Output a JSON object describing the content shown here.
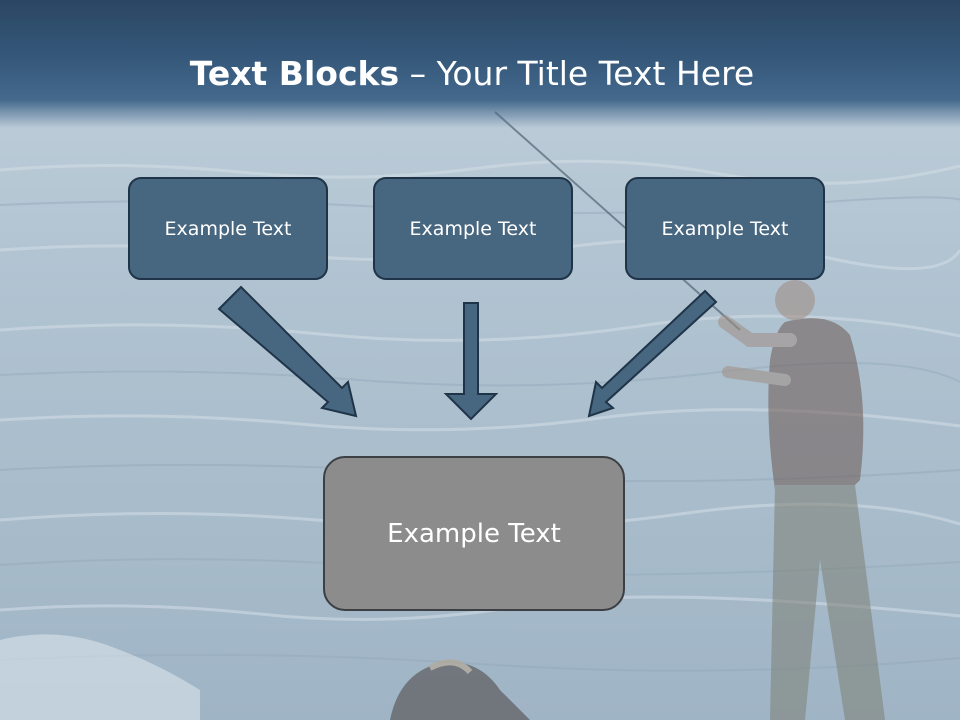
{
  "title": {
    "bold": "Text Blocks",
    "separator": " – ",
    "rest": "Your Title Text Here"
  },
  "blocks": [
    {
      "label": "Example Text"
    },
    {
      "label": "Example Text"
    },
    {
      "label": "Example Text"
    }
  ],
  "target_block": {
    "label": "Example Text"
  },
  "colors": {
    "header": "#35587a",
    "block_fill": "#47667f",
    "block_border": "#1f3448",
    "target_fill": "#8c8c8c",
    "arrow": "#47667f"
  }
}
